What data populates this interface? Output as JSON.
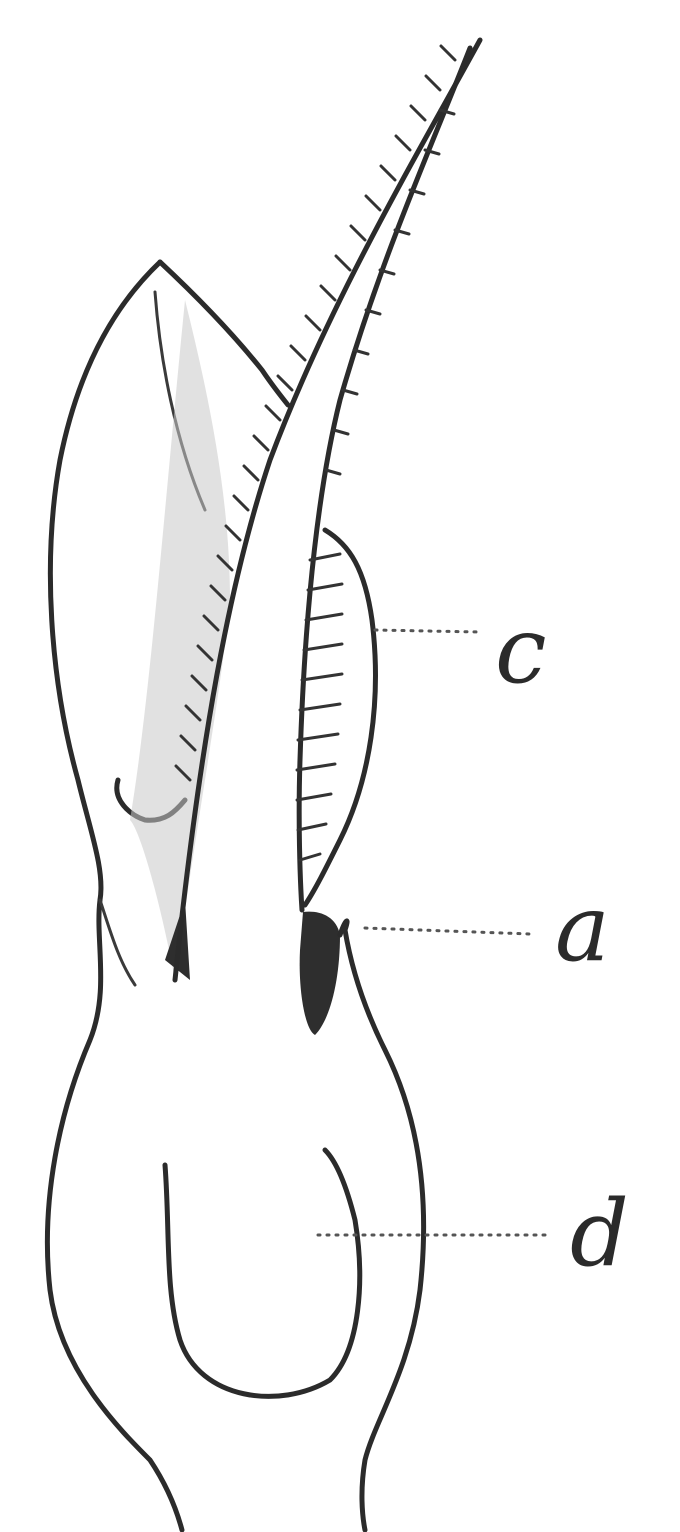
{
  "figure": {
    "labels": {
      "c": "c",
      "a": "a",
      "d": "d"
    },
    "colors": {
      "ink": "#2b2b2b",
      "background": "#ffffff"
    }
  }
}
